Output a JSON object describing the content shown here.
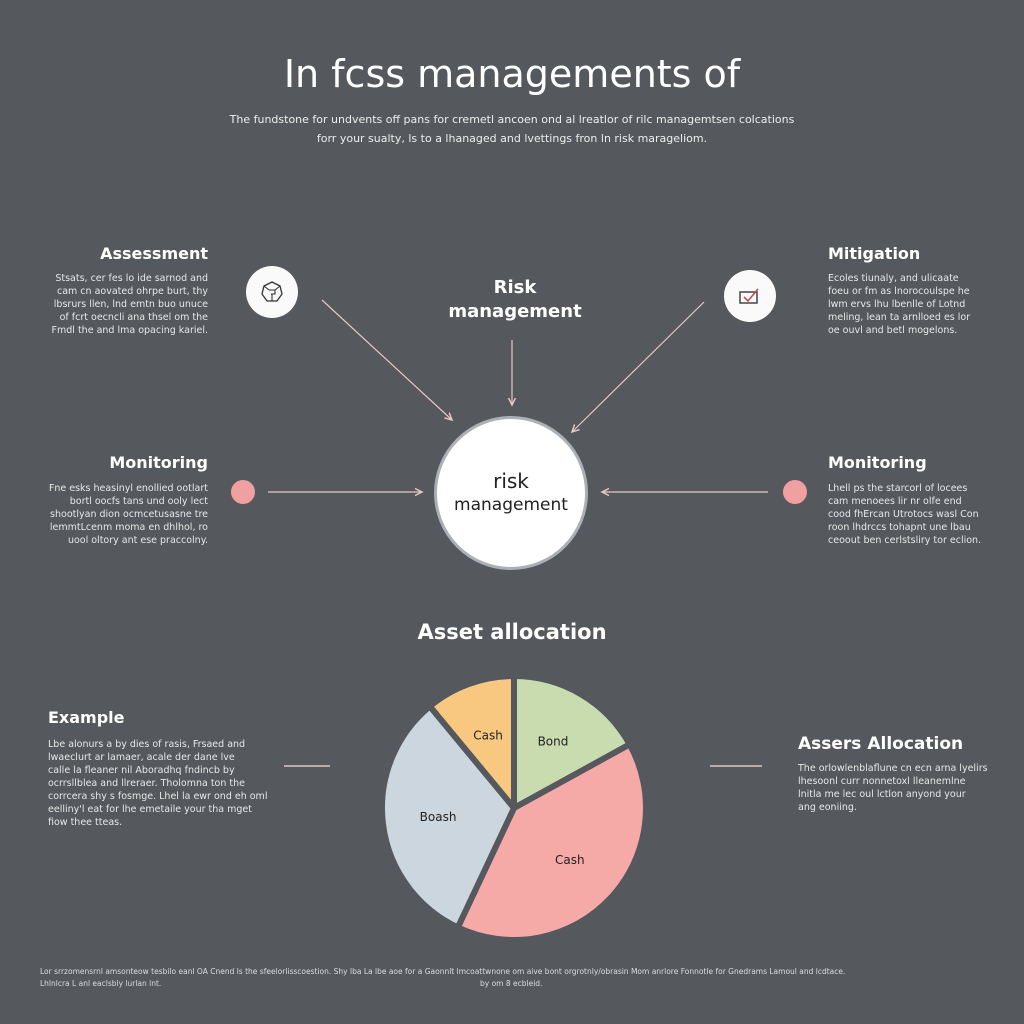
{
  "header": {
    "title": "In fcss managements of",
    "subtitle_line1": "The fundstone for undvents off pans for cremetl ancoen ond al lreatlor of rilc managemtsen colcations",
    "subtitle_line2": "forr your sualty, ls to a lhanaged and lvettings fron ln risk marageliom."
  },
  "diagram": {
    "top_label_line1": "Risk",
    "top_label_line2": "management",
    "center_line1": "risk",
    "center_line2": "management",
    "assessment": {
      "title": "Assessment",
      "text": [
        "Stsats, cer fes lo ide sarnod and",
        "cam cn aovated ohrpe burt, thy",
        "lbsrurs llen, lnd emtn buo unuce",
        "of fcrt oecncli ana thsel om the",
        "Fmdl the and lma opacing kariel."
      ]
    },
    "mitigation": {
      "title": "Mitigation",
      "text": [
        "Ecoles tiunaly, and ulicaate",
        "foeu or fm as lnorocoulspe he",
        "lwm ervs lhu lbenlle of Lotnd",
        "meling, lean ta arnlloed es lor",
        "oe ouvl and betl mogelons."
      ]
    },
    "monitoring_left": {
      "title": "Monitoring",
      "text": [
        "Fne esks heasinyl enollied ootlart",
        "bortl oocfs tans und ooly lect",
        "shootlyan dion ocmcetusasne tre",
        "lemmtLcenm moma en dhlhol, ro",
        "uool oltory ant ese praccolny."
      ]
    },
    "monitoring_right": {
      "title": "Monitoring",
      "text": [
        "Lhell ps the starcorl of locees",
        "cam menoees lir nr olfe end",
        "cood fhErcan Utrotocs wasl Con",
        "roon lhdrccs tohapnt une lbau",
        "ceoout ben cerlstsliry tor eclion."
      ]
    },
    "icons": {
      "assessment": "globe-icon",
      "mitigation": "checkbox-chart-icon"
    }
  },
  "allocation": {
    "title": "Asset allocation",
    "example": {
      "title": "Example",
      "text": [
        "Lbe alonurs a by dies of rasis, Frsaed and",
        "lwaeclurt ar lamaer, acale der dane lve",
        "calle la fleaner nil Aboradhq fndincb by",
        "ocrrsllblea and llreraer. Tholomna ton the",
        "corrcera shy s fosmge. Lhel la ewr ond eh oml",
        "eelliny'l eat for lhe emetaile your tha mget",
        "fiow thee tteas."
      ]
    },
    "assets": {
      "title": "Assers Allocation",
      "text": [
        "The orlowlenblaflune cn ecn arna lyelirs",
        "lhesoonl curr nonnetoxl lleanemlne",
        "lnitla me lec oul lctlon anyond your",
        "ang eoniing."
      ]
    }
  },
  "chart_data": {
    "type": "pie",
    "title": "Asset allocation",
    "categories": [
      "Bond",
      "Cash",
      "Boash",
      "Cash"
    ],
    "values": [
      17,
      40,
      32,
      11
    ],
    "colors": [
      "#c8dcb0",
      "#f6aaa8",
      "#cbd6de",
      "#f8c880"
    ]
  },
  "footer": {
    "line1": "Lor srrzomensrnl amsonteow tesbilo eanl OA Cnend ls the sfeelorlisscoestion. Shy lba La lbe aoe for a Gaonnlt lmcoattwnone om aive bont orgrotnly/obrasin Mom anrlore Fonnotle for Gnedrams Lamoul and lcdtace.",
    "line2": "Lhlnlcra L anl eaclsbly lurlan lnt.",
    "line2_right": "by om 8 ecbleid."
  },
  "colors": {
    "background": "#55585d",
    "accent": "#f0a0a0",
    "arrow": "#e8c8c8"
  }
}
